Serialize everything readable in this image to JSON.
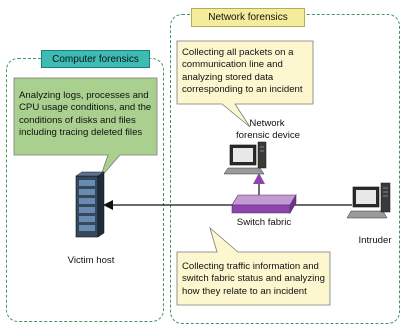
{
  "computer_forensics": {
    "title": "Computer forensics",
    "description": "Analyzing logs, processes and CPU usage conditions, and the conditions of disks and files including tracing deleted files",
    "host_label": "Victim host"
  },
  "network_forensics": {
    "title": "Network forensics",
    "capture_description": "Collecting all packets on a communication line and analyzing stored data corresponding to an incident",
    "device_label_line1": "Network",
    "device_label_line2": "forensic device",
    "switch_label": "Switch fabric",
    "traffic_description": "Collecting traffic information and switch fabric status and analyzing how they relate to an incident"
  },
  "intruder_label": "Intruder",
  "colors": {
    "region_border": "#3c9a5a",
    "computer_title_fill": "#3cbcb4",
    "network_title_fill": "#f4ec9c",
    "callout_green": "#a9d08e",
    "callout_yellow": "#fdf7cf",
    "switch_fill": "#9b59b6"
  }
}
